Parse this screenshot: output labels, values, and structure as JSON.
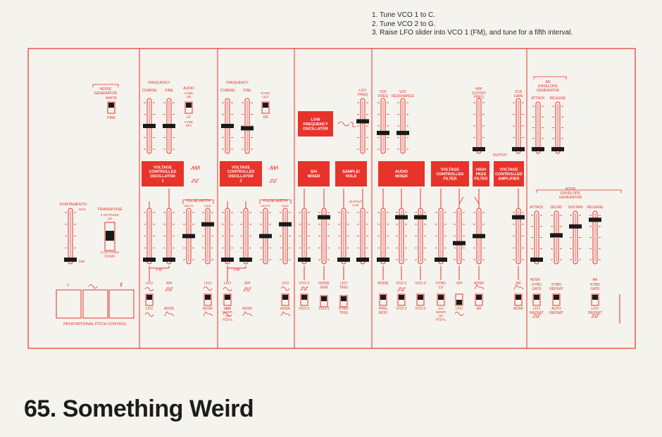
{
  "instructions": [
    "1. Tune VCO 1 to C.",
    "2. Tune VCO 2 to G.",
    "3. Raise LFO slider into VCO 1 (FM), and tune for a fifth interval."
  ],
  "title": "65. Something Weird",
  "colors": {
    "accent": "#e8332a",
    "background": "#f4f3ee",
    "knob": "#1a1a1a",
    "text": "#1c1c1c"
  },
  "labels": {
    "noise_gen": "NOISE\nGENERATOR",
    "white": "WHITE",
    "pink": "PINK",
    "portamento": "PORTAMENTO",
    "max": "MAX",
    "min": "MIN",
    "transpose": "TRANSPOSE",
    "up": "2 OCTAVES\nUP",
    "down": "2 OCTAVES\nDOWN",
    "flat": "♭",
    "sharp": "♯",
    "ppc": "PROPORTIONAL PITCH CONTROL",
    "frequency": "FREQUENCY",
    "coarse": "COARSE",
    "fine": "FINE",
    "audio": "AUDIO",
    "kybd_on": "KYBD\nON",
    "lf": "LF",
    "kybd_off": "KYBD\nOFF",
    "sync_off": "SYNC\nOFF",
    "on": "ON",
    "vco1": "VOLTAGE\nCONTROLLED\nOSCILLATOR\n1",
    "vco2": "VOLTAGE\nCONTROLLED\nOSCILLATOR\n2",
    "pulse_width": "PULSE WIDTH",
    "width": "WIDTH",
    "mod": "MOD",
    "fm": "FM",
    "lfo": "LFO",
    "sh": "S/H",
    "adsr": "ADSR",
    "sh_mixer_pedal": "S/H\nMIXER\nOR\nPEDAL",
    "lfo_freq": "LFO\nFREQ",
    "lfo_box": "LOW\nFREQUENCY\nOSCILLATOR",
    "sh_mixer": "S/H\nMIXER",
    "sample_hold": "SAMPLE/\nHOLD",
    "output_lag": "OUTPUT\nLAG",
    "vco_1": "VCO-1",
    "vco_2": "VCO-2",
    "noise_gen_short": "NOISE\nGEN",
    "lfo_trig": "LFO\nTRIG",
    "kybd_trig": "KYBD\nTRIG",
    "vcf_freq": "VCF\nFREQ",
    "vcf_res": "VCF\nRESONANCE",
    "audio_mixer": "AUDIO\nMIXER",
    "vcf": "VOLTAGE\nCONTROLLED\nFILTER",
    "hpf": "HIGH\nPASS\nFILTER",
    "vca": "VOLTAGE\nCONTROLLED\nAMPLIFIER",
    "hpf_cutoff": "HPF\nCUTOFF\nFREQ",
    "vca_gain": "VCA\nGAIN",
    "output": "OUTPUT",
    "noise": "NOISE",
    "ring_mod": "RING\nMOD",
    "kybd_cv": "KYBD\nCV",
    "ar": "AR",
    "ar_env": "AR\nENVELOPE\nGENERATOR",
    "attack": "ATTACK",
    "release": "RELEASE",
    "adsr_env": "ADSR\nENVELOPE\nGENERATOR",
    "decay": "DECAY",
    "sustain": "SUSTAIN",
    "kybd_gate": "KYBD\nGATE",
    "kybd_repeat": "KYBD\nREPEAT",
    "lfo_repeat": "LFO\nREPEAT",
    "auto_repeat": "AUTO\nREPEAT"
  },
  "sliders": [
    {
      "id": "portamento",
      "level": 0.0
    },
    {
      "id": "vco1-coarse",
      "level": 0.5
    },
    {
      "id": "vco1-fine",
      "level": 0.5
    },
    {
      "id": "vco2-coarse",
      "level": 0.5
    },
    {
      "id": "vco2-fine",
      "level": 0.45
    },
    {
      "id": "lfo-freq",
      "level": 0.6
    },
    {
      "id": "vcf-freq",
      "level": 0.35
    },
    {
      "id": "vcf-resonance",
      "level": 0.35
    },
    {
      "id": "hpf-cutoff",
      "level": 0.0
    },
    {
      "id": "vca-gain",
      "level": 0.0
    },
    {
      "id": "ar-attack",
      "level": 0.0
    },
    {
      "id": "ar-release",
      "level": 0.0
    },
    {
      "id": "vco1-fm-1",
      "level": 0.0
    },
    {
      "id": "vco1-fm-2",
      "level": 0.0
    },
    {
      "id": "vco1-fm-3",
      "level": 0.0
    },
    {
      "id": "vco1-pw-width",
      "level": 0.5
    },
    {
      "id": "vco1-pw-mod",
      "level": 0.75
    },
    {
      "id": "vco2-fm-1",
      "level": 0.0
    },
    {
      "id": "vco2-fm-2",
      "level": 0.0
    },
    {
      "id": "vco2-pw-width",
      "level": 0.5
    },
    {
      "id": "vco2-pw-mod",
      "level": 0.75
    },
    {
      "id": "sh-vco1",
      "level": 0.0
    },
    {
      "id": "sh-noise",
      "level": 0.9
    },
    {
      "id": "sh-lfo",
      "level": 0.0
    },
    {
      "id": "sh-output-lag",
      "level": 0.0
    },
    {
      "id": "mixer-noise",
      "level": 0.0
    },
    {
      "id": "mixer-vco1",
      "level": 0.9
    },
    {
      "id": "mixer-vco2",
      "level": 0.9
    },
    {
      "id": "vcf-kybd",
      "level": 0.0
    },
    {
      "id": "vcf-sh",
      "level": 0.35
    },
    {
      "id": "vcf-adsr",
      "level": 0.5
    },
    {
      "id": "vca-ar",
      "level": 0.9
    },
    {
      "id": "adsr-attack",
      "level": 0.0
    },
    {
      "id": "adsr-decay",
      "level": 0.55
    },
    {
      "id": "adsr-sustain",
      "level": 0.75
    },
    {
      "id": "adsr-release",
      "level": 0.9
    }
  ]
}
